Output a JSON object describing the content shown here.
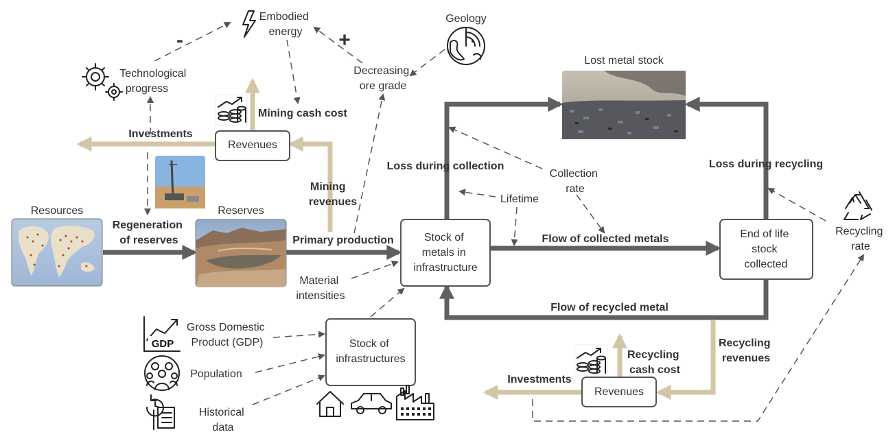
{
  "nodes": {
    "resources": "Resources",
    "reserves": "Reserves",
    "stock_metals": [
      "Stock of",
      "metals in",
      "infrastructure"
    ],
    "end_of_life": [
      "End of life",
      "stock",
      "collected"
    ],
    "stock_infra": [
      "Stock of",
      "infrastructures"
    ],
    "revenues_top": "Revenues",
    "revenues_bottom": "Revenues",
    "lost_metal": "Lost metal stock"
  },
  "factors": {
    "embodied_energy": [
      "Embodied",
      "energy"
    ],
    "tech_progress": [
      "Technological",
      "progress"
    ],
    "geology": "Geology",
    "ore_grade": [
      "Decreasing",
      "ore grade"
    ],
    "material_intensities": [
      "Material",
      "intensities"
    ],
    "collection_rate": [
      "Collection",
      "rate"
    ],
    "lifetime": "Lifetime",
    "recycling_rate": [
      "Recycling",
      "rate"
    ],
    "gdp": [
      "Gross Domestic",
      "Product (GDP)"
    ],
    "population": "Population",
    "historical": [
      "Historical",
      "data"
    ],
    "minus": "-",
    "plus": "+"
  },
  "flows": {
    "mining_cash_cost": "Mining cash cost",
    "investments_top": "Investments",
    "mining_revenues": [
      "Mining",
      "revenues"
    ],
    "regeneration": [
      "Regeneration",
      "of reserves"
    ],
    "primary_production": "Primary production",
    "loss_collection": "Loss during collection",
    "loss_recycling": "Loss during recycling",
    "collected_metals": "Flow of collected metals",
    "recycled_metal": "Flow of recycled metal",
    "recycling_revenues": [
      "Recycling",
      "revenues"
    ],
    "recycling_cash_cost": [
      "Recycling",
      "cash cost"
    ],
    "investments_bottom": "Investments"
  },
  "icons": {
    "gdp_icon_text": "GDP"
  },
  "colors": {
    "physical_flow": "#5f5f5f",
    "financial_flow": "#d2c6a6",
    "box_stroke": "#555555"
  }
}
